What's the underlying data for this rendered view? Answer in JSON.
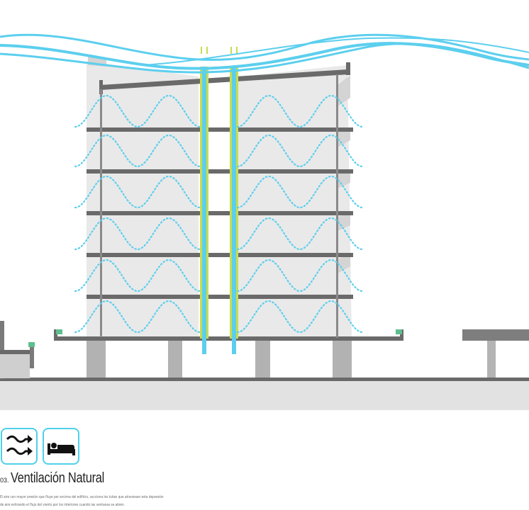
{
  "figure": {
    "number": "03.",
    "title": "Ventilación Natural",
    "description": [
      "El aire con mayor presión que fluye por encima del edificio, succiona los tubos que atraviesan esta depresión",
      "de aire estirando el flujo del viento por los interiores cuando las ventanas se abren."
    ]
  },
  "icons": [
    {
      "name": "wind-flow-icon"
    },
    {
      "name": "bed-icon"
    }
  ],
  "colors": {
    "air_flow": "#5ccfee",
    "tube": "#c7dd4f",
    "slab": "#666666",
    "wall_fill": "#e8e8e8",
    "ground": "#e2e2e2",
    "icon_border": "#4fd0ea"
  }
}
